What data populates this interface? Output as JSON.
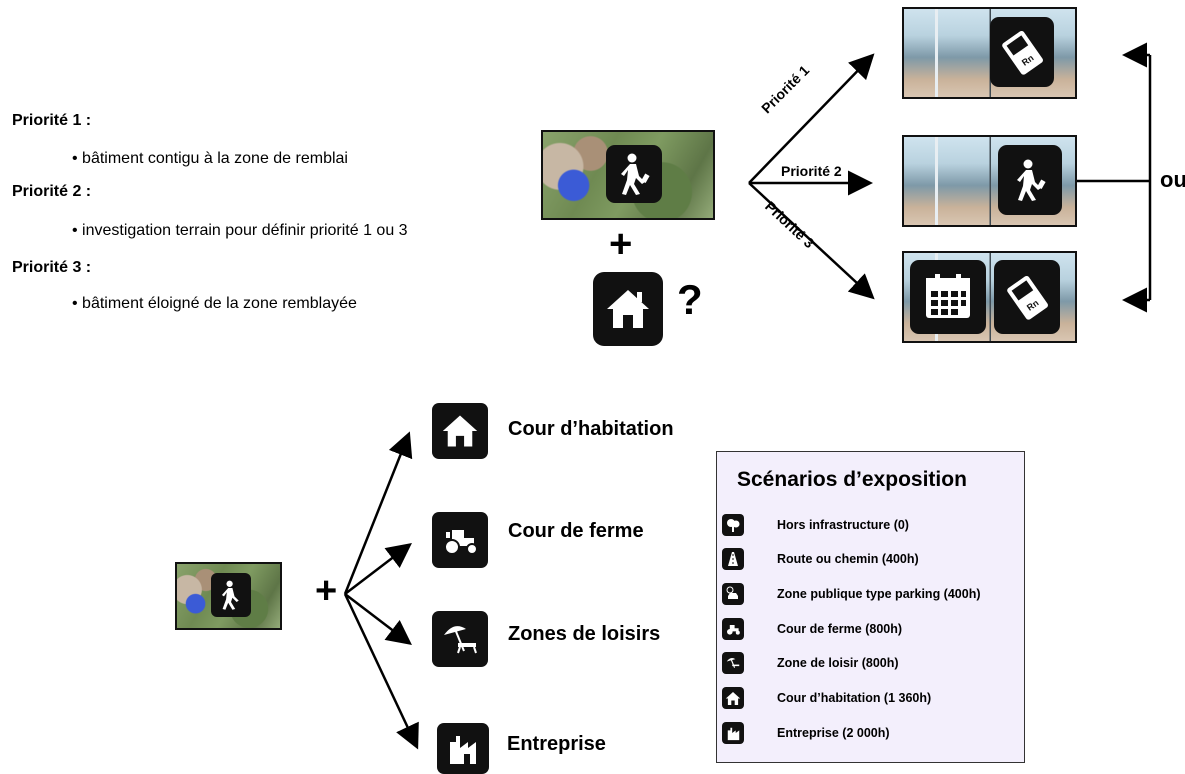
{
  "priorities": [
    {
      "heading": "Priorité 1 :",
      "item": "• bâtiment contigu à la zone de remblai"
    },
    {
      "heading": "Priorité 2 :",
      "item": "• investigation terrain pour définir priorité 1 ou 3"
    },
    {
      "heading": "Priorité 3 :",
      "item": "• bâtiment éloigné de la zone remblayée"
    }
  ],
  "top_diagram": {
    "plus": "+",
    "question": "?",
    "arrow_labels": [
      "Priorité 1",
      "Priorité 2",
      "Priorité 3"
    ],
    "ou": "ou",
    "radon_text": "Rn"
  },
  "bottom_diagram": {
    "plus": "+",
    "branches": [
      {
        "label": "Cour d’habitation",
        "icon": "house-icon"
      },
      {
        "label": "Cour de ferme",
        "icon": "tractor-icon"
      },
      {
        "label": "Zones de loisirs",
        "icon": "beach-icon"
      },
      {
        "label": "Entreprise",
        "icon": "factory-icon"
      }
    ]
  },
  "legend": {
    "title": "Scénarios d’exposition",
    "rows": [
      {
        "label": "Hors infrastructure (0)",
        "icon": "tree-icon"
      },
      {
        "label": "Route ou chemin (400h)",
        "icon": "road-icon"
      },
      {
        "label": "Zone publique type parking (400h)",
        "icon": "parking-icon"
      },
      {
        "label": "Cour de ferme (800h)",
        "icon": "tractor-icon"
      },
      {
        "label": "Zone de loisir (800h)",
        "icon": "beach-icon"
      },
      {
        "label": "Cour d’habitation  (1 360h)",
        "icon": "house-icon"
      },
      {
        "label": "Entreprise (2 000h)",
        "icon": "factory-icon"
      }
    ]
  }
}
